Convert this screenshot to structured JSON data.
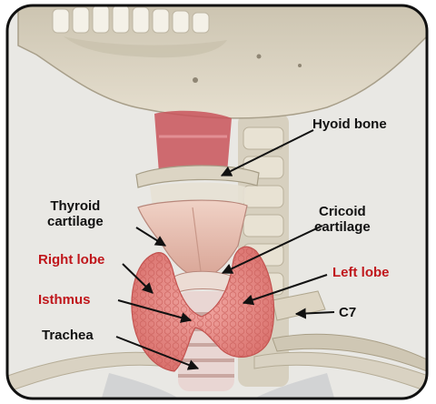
{
  "labels": {
    "hyoid": "Hyoid bone",
    "thyroid_line1": "Thyroid",
    "thyroid_line2": "cartilage",
    "cricoid_line1": "Cricoid",
    "cricoid_line2": "cartilage",
    "right_lobe": "Right lobe",
    "left_lobe": "Left lobe",
    "isthmus": "Isthmus",
    "c7": "C7",
    "trachea": "Trachea"
  },
  "colors": {
    "highlight_label": "#c0171c",
    "text": "#111111",
    "background": "#e9e8e4",
    "thyroid_gland": "#e88a86",
    "bone": "#d8d1c0",
    "cartilage": "#e3b6ad"
  }
}
